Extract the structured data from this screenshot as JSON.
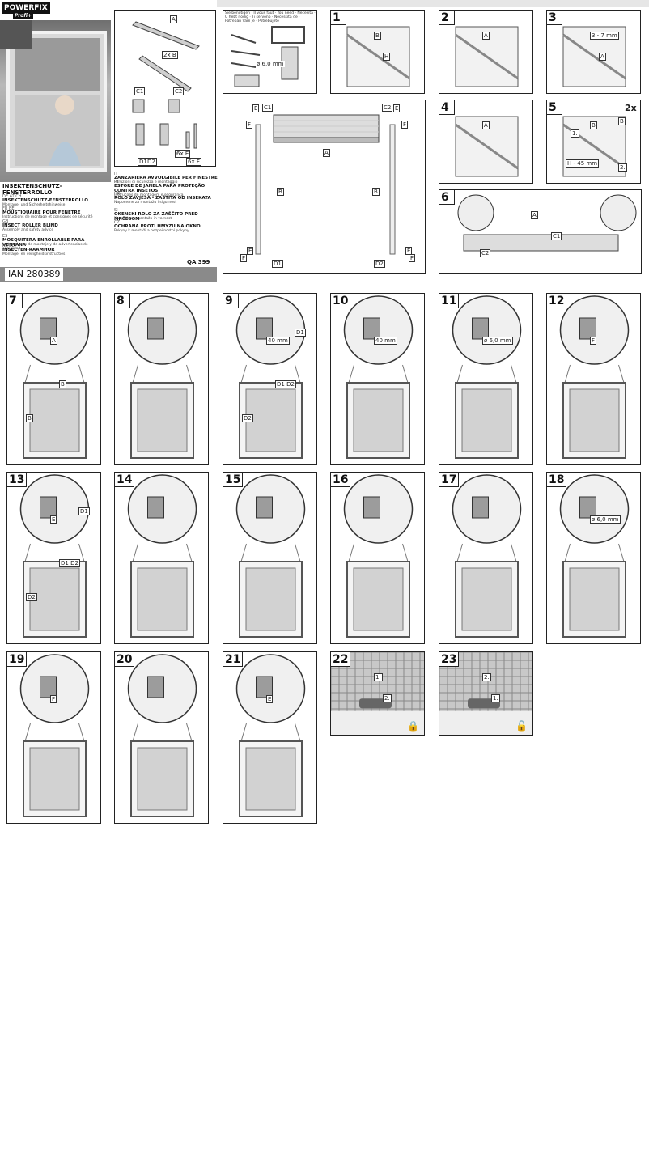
{
  "cover": {
    "brand": "POWERFIX",
    "brand_sub": "Profi+",
    "title": "INSEKTENSCHUTZ-FENSTERROLLO",
    "langs": [
      {
        "code": "DE AT CH",
        "title": "INSEKTENSCHUTZ-FENSTERROLLO",
        "sub": "Montage- und Sicherheitshinweise"
      },
      {
        "code": "FR BE",
        "title": "MOUSTIQUAIRE POUR FENÊTRE",
        "sub": "Instructions de montage et consignes de sécurité"
      },
      {
        "code": "GB",
        "title": "INSECT ROLLER BLIND",
        "sub": "Assembly and safety advice"
      },
      {
        "code": "ES",
        "title": "MOSQUITERA ENROLLABLE PARA VENTANA",
        "sub": "Instrucciones de montaje y de advertencias de seguridad"
      },
      {
        "code": "NL BE",
        "title": "INSECTEN-RAAMHOR",
        "sub": "Montage- en veiligheidsinstructies"
      },
      {
        "code": "IT",
        "title": "ZANZARIERA AVVOLGIBILE PER FINESTRE",
        "sub": "Istruzioni di sicurezza e montaggio"
      },
      {
        "code": "PT",
        "title": "ESTORE DE JANELA PARA PROTEÇÃO CONTRA INSETOS",
        "sub": "Instruções de montagem e segurança"
      },
      {
        "code": "HR",
        "title": "ROLO ZAVJESA - ZAŠTITA OD INSEKATA",
        "sub": "Napomene za montažu i sigurnost"
      },
      {
        "code": "SI",
        "title": "OKENSKI ROLO ZA ZAŠČITO PRED MRČESOM",
        "sub": "Navodila za montažo in varnost"
      },
      {
        "code": "CZ",
        "title": "OCHRANA PROTI HMYZU NA OKNO",
        "sub": "Pokyny k montáži a bezpečnostní pokyny"
      }
    ],
    "ian": "IAN 280389",
    "qa": "QA 399"
  },
  "tools_text": "Sie benötigen · Il vous faut · You need · Necesita · U hebt nodig · Ti servono · Necessita de · Potreban Vam je · Potrebujete",
  "drill_label": "ø 6,0 mm",
  "parts": {
    "labels": [
      "A",
      "2x B",
      "C1",
      "C2",
      "D1",
      "D2",
      "6x E",
      "6x F"
    ]
  },
  "overview_labels": [
    "E",
    "C1",
    "C2",
    "E",
    "F",
    "F",
    "A",
    "B",
    "B",
    "E",
    "E",
    "F",
    "F",
    "D1",
    "D2"
  ],
  "steps": [
    {
      "n": "1",
      "labels": [
        "B",
        "H"
      ]
    },
    {
      "n": "2",
      "labels": [
        "A"
      ]
    },
    {
      "n": "3",
      "labels": [
        "3 - 7 mm",
        "A"
      ]
    },
    {
      "n": "4",
      "labels": [
        "A"
      ]
    },
    {
      "n": "5",
      "labels": [
        "B",
        "2x",
        "H - 45 mm",
        "B",
        "1.",
        "2."
      ]
    },
    {
      "n": "6",
      "labels": [
        "A",
        "C1",
        "C2"
      ]
    },
    {
      "n": "7",
      "labels": [
        "A",
        "B",
        "B"
      ]
    },
    {
      "n": "8",
      "labels": []
    },
    {
      "n": "9",
      "labels": [
        "40 mm",
        "D1 D2",
        "D2",
        "D1"
      ]
    },
    {
      "n": "10",
      "labels": [
        "40 mm"
      ]
    },
    {
      "n": "11",
      "labels": [
        "ø 6,0 mm"
      ]
    },
    {
      "n": "12",
      "labels": [
        "F"
      ]
    },
    {
      "n": "13",
      "labels": [
        "E",
        "D1 D2",
        "D2",
        "D1"
      ]
    },
    {
      "n": "14",
      "labels": []
    },
    {
      "n": "15",
      "labels": []
    },
    {
      "n": "16",
      "labels": []
    },
    {
      "n": "17",
      "labels": []
    },
    {
      "n": "18",
      "labels": [
        "ø 6,0 mm"
      ]
    },
    {
      "n": "19",
      "labels": [
        "F"
      ]
    },
    {
      "n": "20",
      "labels": []
    },
    {
      "n": "21",
      "labels": [
        "E"
      ]
    },
    {
      "n": "22",
      "labels": [
        "1.",
        "2."
      ]
    },
    {
      "n": "23",
      "labels": [
        "2.",
        "1."
      ]
    }
  ]
}
